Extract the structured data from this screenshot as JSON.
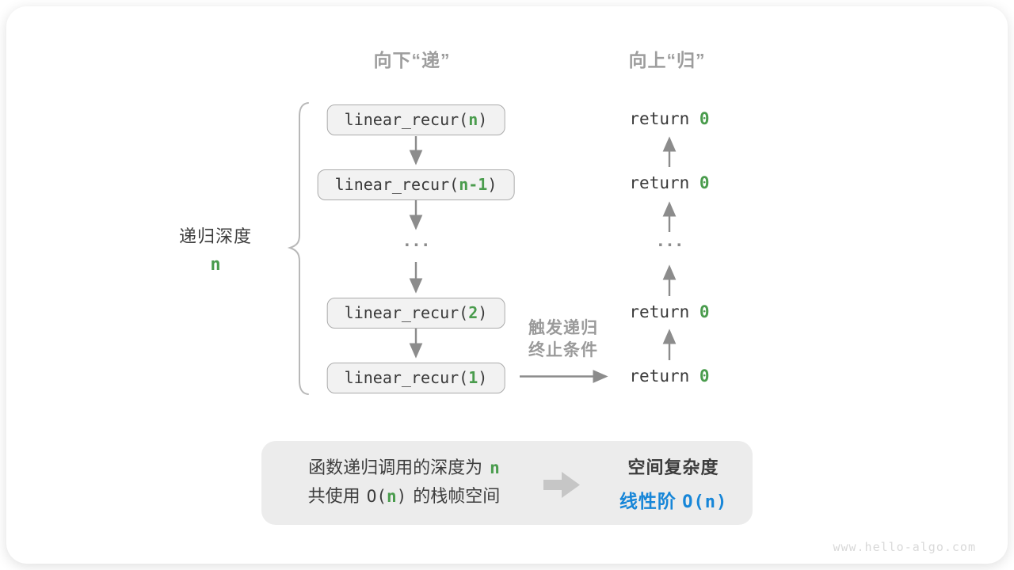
{
  "colors": {
    "accent_green": "#4a9c4d",
    "accent_blue": "#1786d8",
    "label_gray": "#9d9d9d",
    "arrow_gray": "#8c8c8c",
    "box_fill": "#f2f2f2",
    "box_border": "#ababab",
    "summary_bg": "#ececec",
    "dark_text": "#3a3a3a"
  },
  "headers": {
    "down": "向下“递”",
    "up": "向上“归”"
  },
  "depth": {
    "label": "递归深度",
    "value": "n"
  },
  "stack": {
    "boxes": [
      {
        "fn": "linear_recur(",
        "arg": "n",
        "close": ")"
      },
      {
        "fn": "linear_recur(",
        "arg": "n-1",
        "close": ")"
      },
      {
        "fn": "linear_recur(",
        "arg": "2",
        "close": ")"
      },
      {
        "fn": "linear_recur(",
        "arg": "1",
        "close": ")"
      }
    ],
    "ellipsis": "..."
  },
  "returns": {
    "rows": [
      {
        "kw": "return",
        "val": "0"
      },
      {
        "kw": "return",
        "val": "0"
      },
      {
        "kw": "return",
        "val": "0"
      },
      {
        "kw": "return",
        "val": "0"
      }
    ],
    "ellipsis": "..."
  },
  "trigger": {
    "line1": "触发递归",
    "line2": "终止条件"
  },
  "summary": {
    "left": {
      "line1_text": "函数递归调用的深度为",
      "line1_var": "n",
      "line2_pre": "共使用",
      "line2_code_open": "O(",
      "line2_var": "n",
      "line2_code_close": ")",
      "line2_post": "的栈帧空间"
    },
    "right": {
      "title": "空间复杂度",
      "value_label": "线性阶",
      "value_code": "O(n)"
    }
  },
  "footer": {
    "url": "www.hello-algo.com"
  }
}
